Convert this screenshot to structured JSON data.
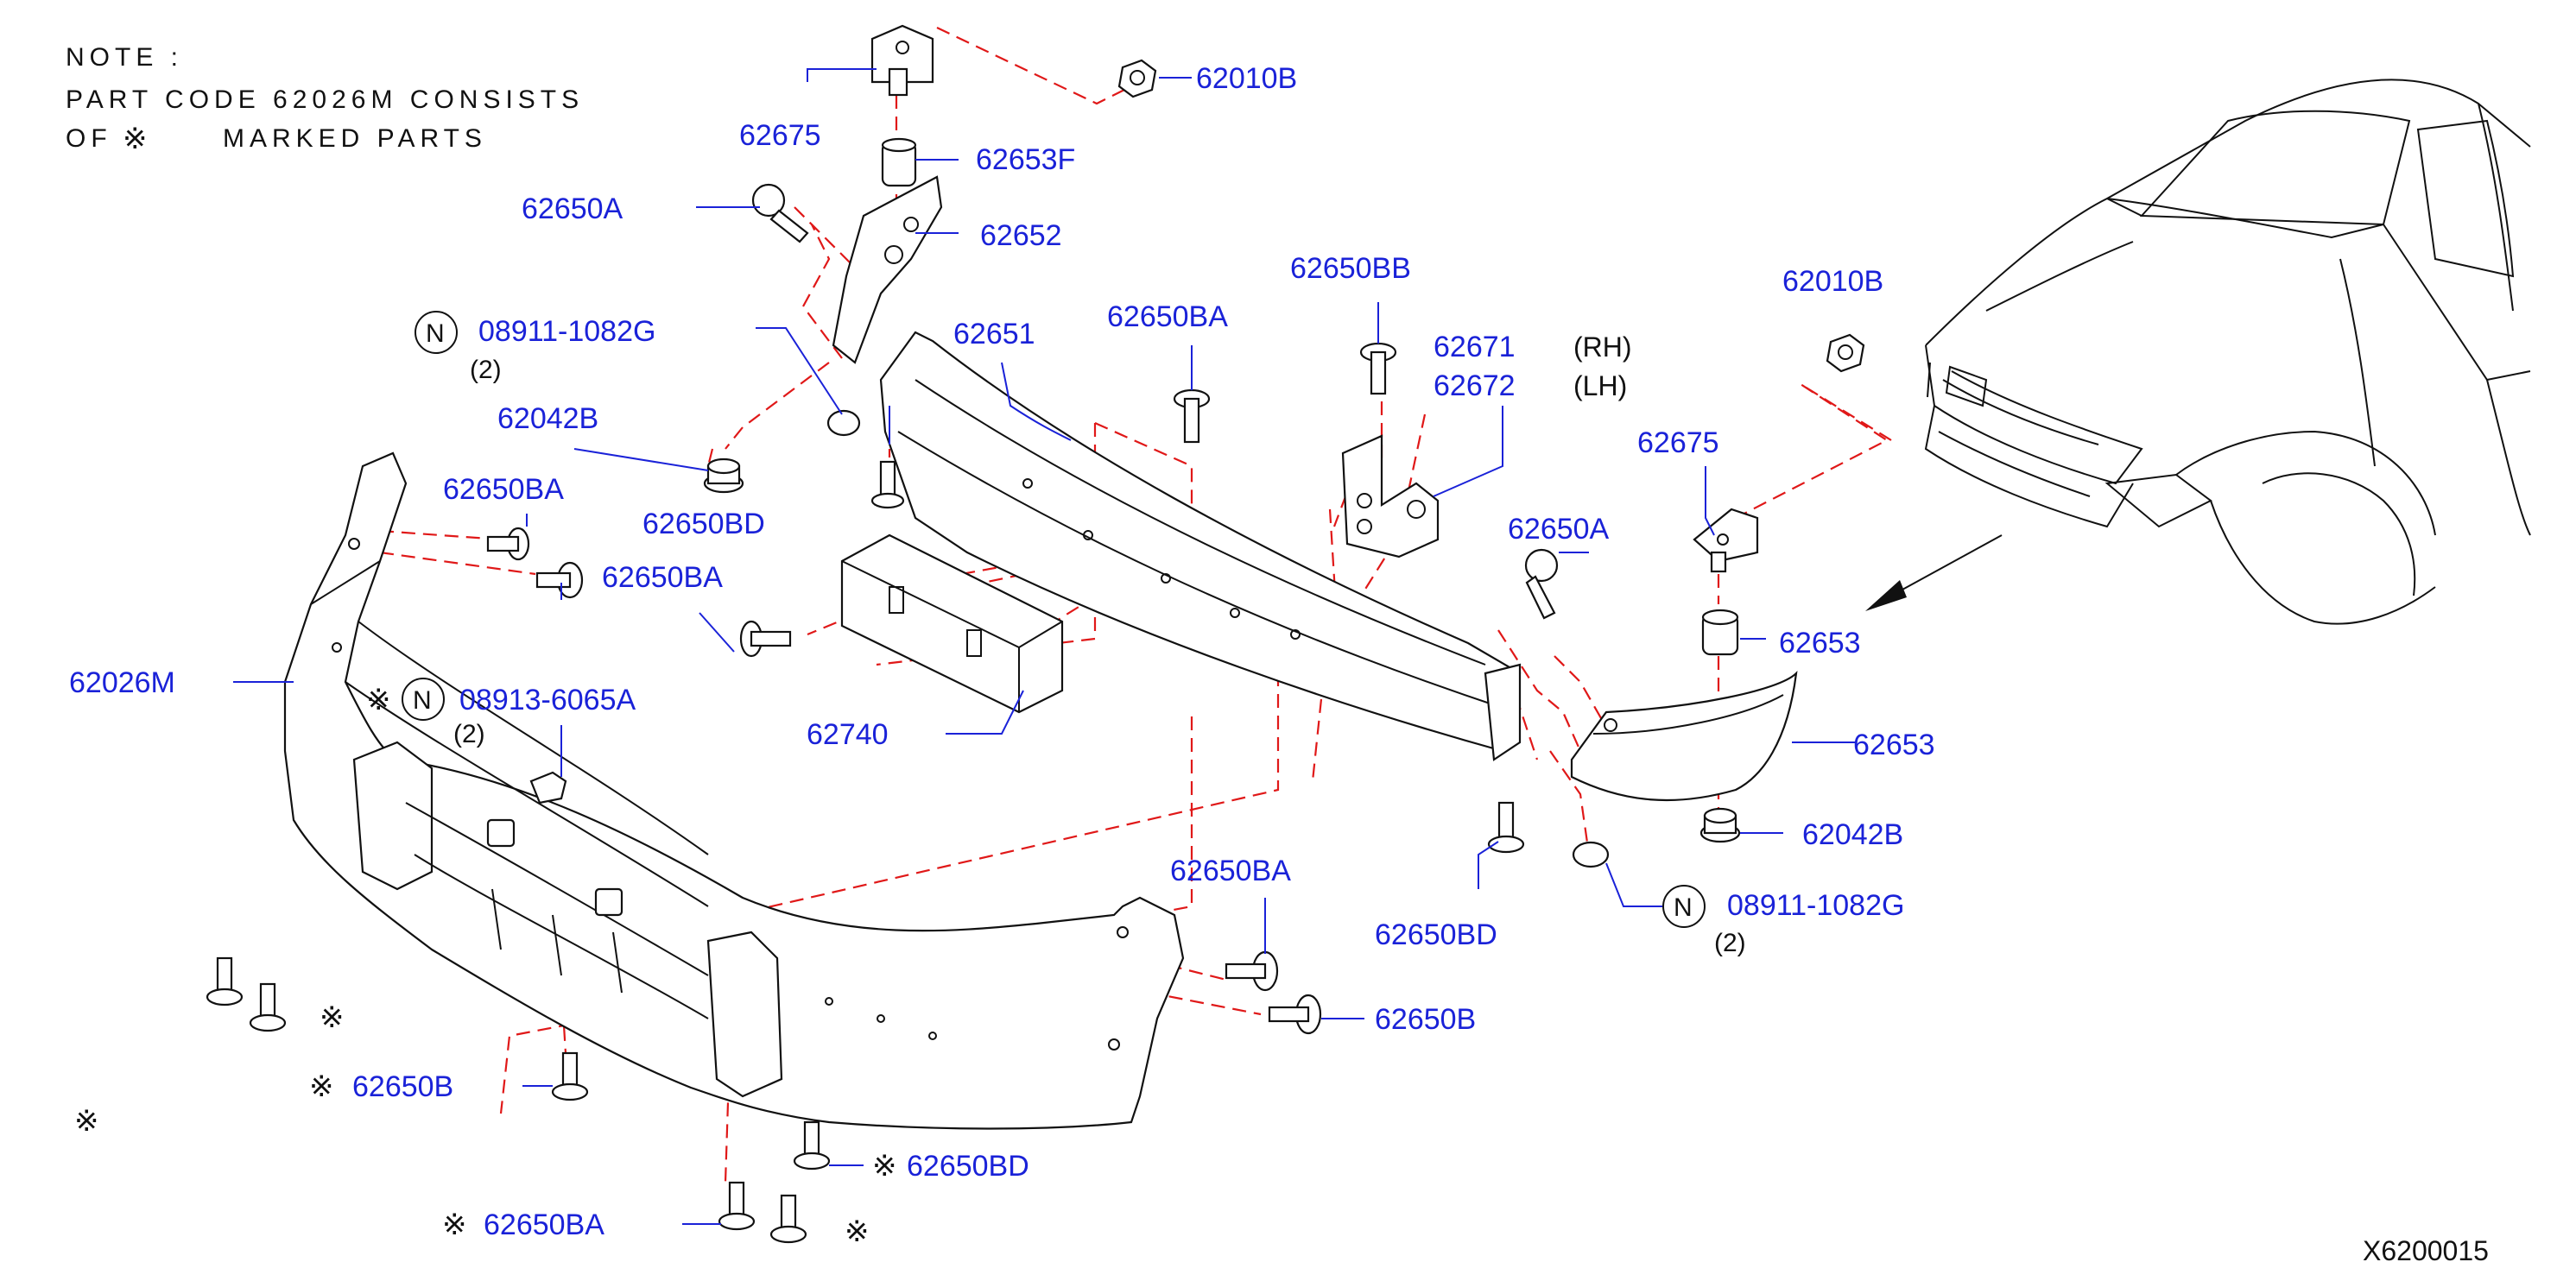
{
  "note": {
    "line1": "NOTE :",
    "line2": "PART CODE 62026M CONSISTS",
    "line3_prefix": "OF",
    "line3_suffix": "MARKED PARTS"
  },
  "mark_symbol": "※",
  "n_symbol": "N",
  "labels": {
    "p62675_top": "62675",
    "p62010B_top": "62010B",
    "p62653F": "62653F",
    "p62650A_top": "62650A",
    "p62652": "62652",
    "p08911_top": "08911-1082G",
    "qty_08911_top": "(2)",
    "p62042B_top": "62042B",
    "p62650BD_top": "62650BD",
    "p62651": "62651",
    "p62650BA_center": "62650BA",
    "p62650BB": "62650BB",
    "p62671": "62671",
    "p62672": "62672",
    "rh": "(RH)",
    "lh": "(LH)",
    "p62010B_right": "62010B",
    "p62675_right": "62675",
    "p62650A_right": "62650A",
    "p62653_partial": "62653",
    "p62650BA_left": "62650BA",
    "p62650BA_mid": "62650BA",
    "p62026M": "62026M",
    "p08913": "08913-6065A",
    "qty_08913": "(2)",
    "p62740": "62740",
    "p62653": "62653",
    "p62042B_right": "62042B",
    "p62650BD_mid": "62650BD",
    "p08911_right": "08911-1082G",
    "qty_08911_right": "(2)",
    "p62650BA_bottom": "62650BA",
    "p62650B_right": "62650B",
    "p62650B_left": "62650B",
    "p62650BD_bottom": "62650BD",
    "p62650BA_lower": "62650BA"
  },
  "reference": "X6200015",
  "colors": {
    "label_blue": "#1a22d8",
    "dash_red": "#e01818",
    "line_black": "#111111"
  }
}
